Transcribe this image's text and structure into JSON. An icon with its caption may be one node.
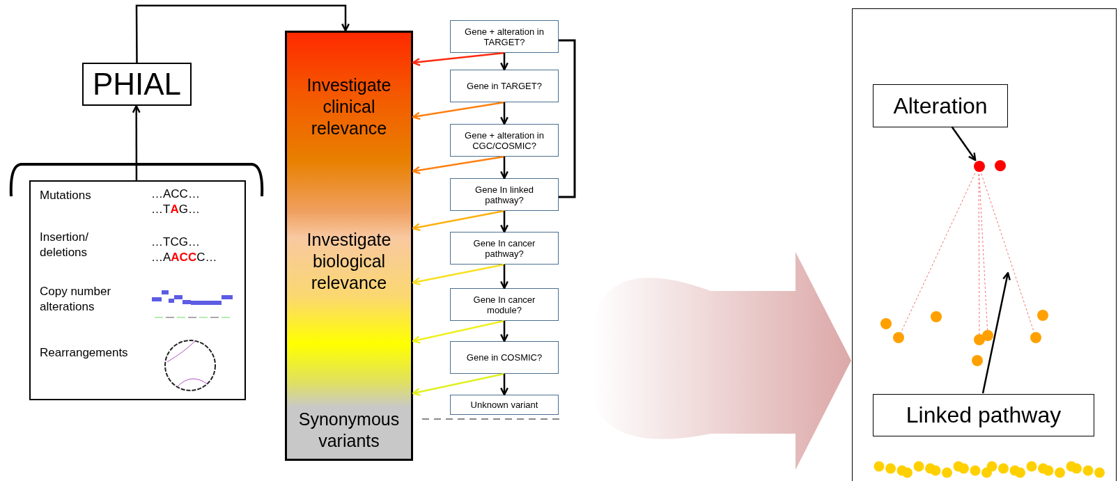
{
  "diagram": {
    "nodes": [
      {
        "text": [
          "PHIAL"
        ]
      },
      {
        "text": [],
        "shape": "box"
      },
      {
        "text": [
          "Investigate clinical relevance",
          "Investigate biological relevance",
          "Synonymous variants"
        ]
      },
      {
        "text": [
          "Gene + alteration in TARGET?"
        ]
      },
      {
        "text": [
          "Gene in TARGET?"
        ]
      },
      {
        "text": [
          "Gene + alteration in CGC/COSMIC?"
        ]
      },
      {
        "text": [
          "Gene In linked pathway?"
        ]
      },
      {
        "text": [
          "Gene In cancer pathway?"
        ]
      },
      {
        "text": [
          "Gene In cancer module?"
        ]
      },
      {
        "text": [
          "Gene in COSMIC?"
        ]
      },
      {
        "text": [
          "Unknown variant"
        ]
      },
      {
        "text": [],
        "shape": "box"
      },
      {
        "text": [
          "Alteration"
        ],
        "in": 11
      },
      {
        "text": [
          "Linked pathway"
        ],
        "in": 11
      },
      {
        "text": [],
        "shape": "circle",
        "in": 11
      }
    ],
    "edges": [
      {
        "from": 1,
        "to": 0,
        "arrow": "to"
      },
      {
        "from": 0,
        "to": 2,
        "arrow": "to"
      },
      {
        "from": 3,
        "to": 2,
        "arrow": "to",
        "color": "#ff2a10"
      },
      {
        "from": 4,
        "to": 2,
        "arrow": "to",
        "color": "#ff8010"
      },
      {
        "from": 5,
        "to": 2,
        "arrow": "to",
        "color": "#ff8010"
      },
      {
        "from": 6,
        "to": 2,
        "arrow": "to",
        "color": "#ffb010"
      },
      {
        "from": 7,
        "to": 2,
        "arrow": "to",
        "color": "#f8e020"
      },
      {
        "from": 8,
        "to": 2,
        "arrow": "to",
        "color": "#f0f020"
      },
      {
        "from": 9,
        "to": 2,
        "arrow": "to",
        "color": "#e0f020"
      },
      {
        "from": 3,
        "to": 4,
        "arrow": "to"
      },
      {
        "from": 4,
        "to": 5,
        "arrow": "to"
      },
      {
        "from": 5,
        "to": 6,
        "arrow": "to"
      },
      {
        "from": 6,
        "to": 7,
        "arrow": "to"
      },
      {
        "from": 7,
        "to": 8,
        "arrow": "to"
      },
      {
        "from": 8,
        "to": 9,
        "arrow": "to"
      },
      {
        "from": 9,
        "to": 10,
        "arrow": "to"
      },
      {
        "from": 3,
        "to": 6,
        "arrow": "none"
      },
      {
        "from": null,
        "to": 11,
        "arrow": "to",
        "style": "thick",
        "color": "#dca8a8"
      },
      {
        "from": 12,
        "to": 14,
        "arrow": "to"
      },
      {
        "from": 13,
        "to": null,
        "arrow": "to"
      }
    ],
    "labels": [
      "Mutations",
      "…ACC…",
      "…T**A**G…",
      "Insertion/ deletions",
      "…TCG…",
      "…A**ACC**C…",
      "Copy number alterations",
      "Rearrangements"
    ]
  }
}
